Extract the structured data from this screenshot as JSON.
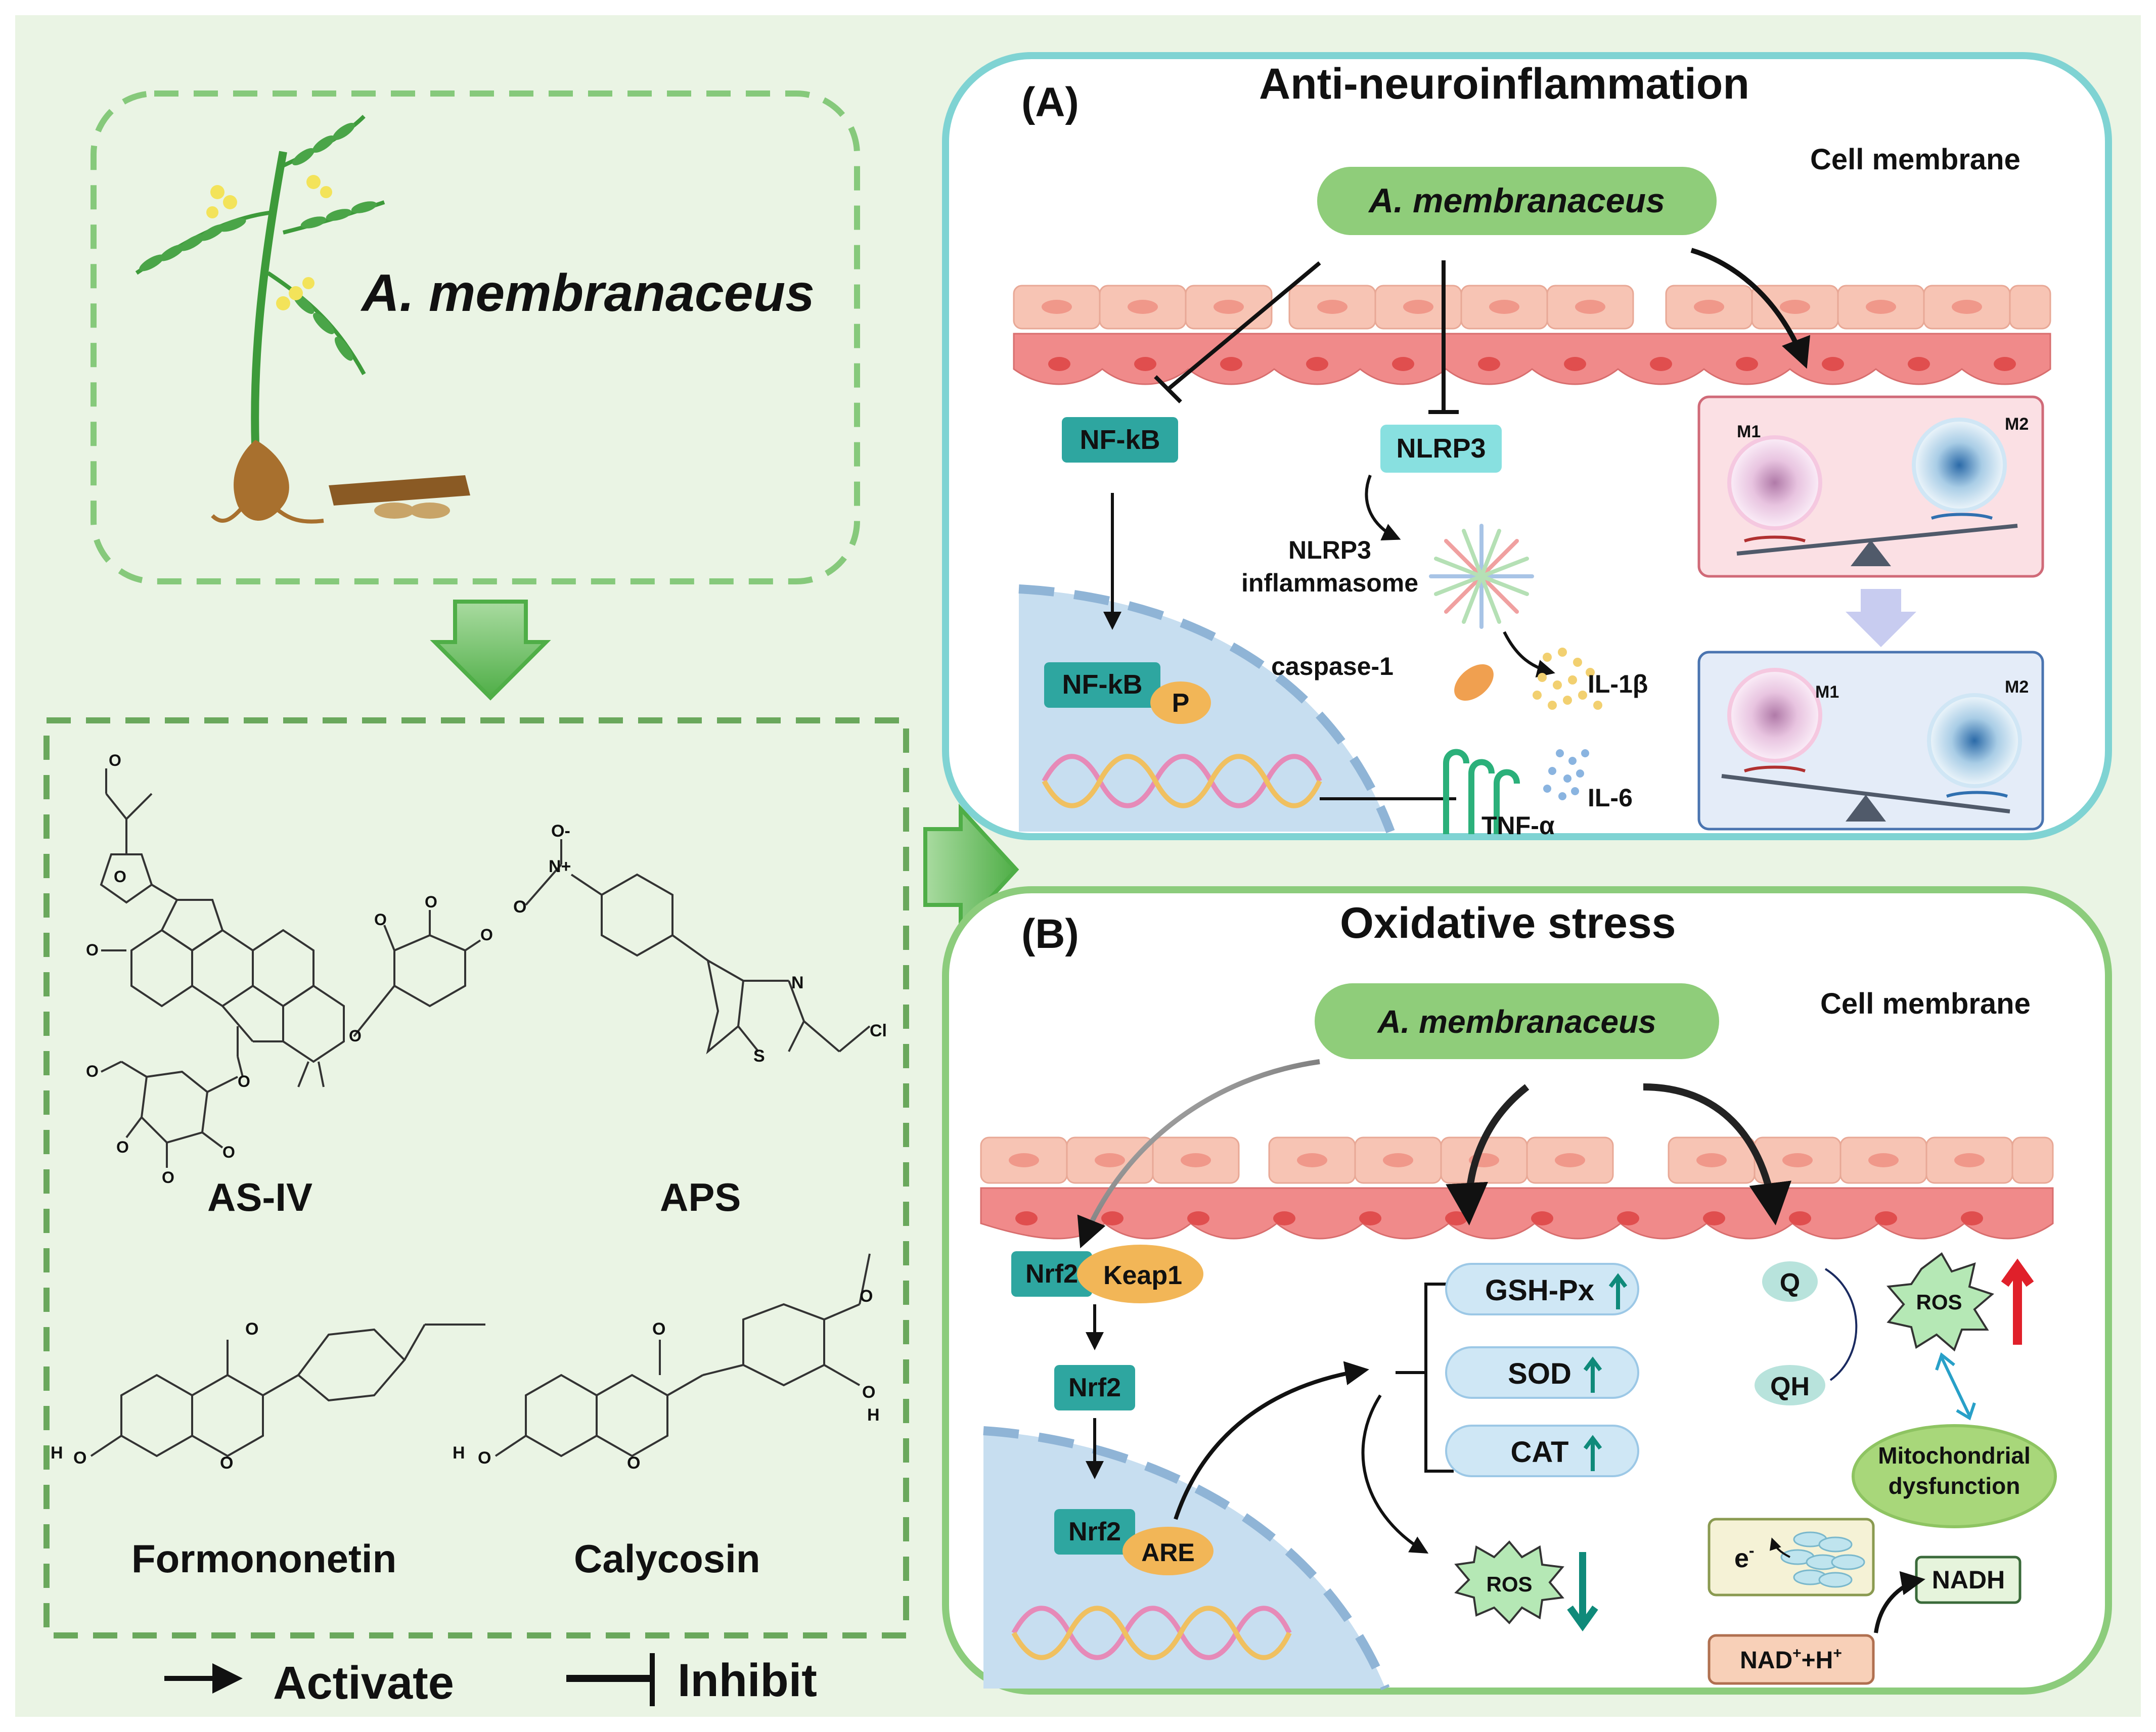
{
  "left": {
    "plant_name": "A. membranaceus",
    "compounds": [
      {
        "name": "AS-IV"
      },
      {
        "name": "APS"
      },
      {
        "name": "Formononetin"
      },
      {
        "name": "Calycosin"
      }
    ],
    "atom_labels": {
      "o": "O",
      "oh": "O",
      "h": "H",
      "n": "N",
      "nplus": "N+",
      "ominus": "O-",
      "s": "S",
      "cl": "Cl"
    }
  },
  "legend": {
    "activate": "Activate",
    "inhibit": "Inhibit"
  },
  "panelA": {
    "tag": "(A)",
    "title": "Anti-neuroinflammation",
    "membrane": "Cell membrane",
    "pill": "A. membranaceus",
    "nfkb": "NF-kB",
    "nfkb2": "NF-kB",
    "p": "P",
    "nlrp3": "NLRP3",
    "inflammasome_1": "NLRP3",
    "inflammasome_2": "inflammasome",
    "caspase": "caspase-1",
    "il1b": "IL-1β",
    "il6": "IL-6",
    "tnfa": "TNF-α",
    "m1": "M1",
    "m2": "M2",
    "m1b": "M1",
    "m2b": "M2"
  },
  "panelB": {
    "tag": "(B)",
    "title": "Oxidative stress",
    "membrane": "Cell membrane",
    "pill": "A. membranaceus",
    "nrf2": "Nrf2",
    "keap1": "Keap1",
    "nrf2b": "Nrf2",
    "nrf2c": "Nrf2",
    "are": "ARE",
    "gsh": "GSH-Px",
    "sod": "SOD",
    "cat": "CAT",
    "ros_down": "ROS",
    "q": "Q",
    "qh": "QH",
    "ros_up": "ROS",
    "mito_1": "Mitochondrial",
    "mito_2": "dysfunction",
    "e": "e",
    "e_sup": "-",
    "nadh": "NADH",
    "nad": "NAD",
    "nad_sup1": "+",
    "nad_mid": "+H",
    "nad_sup2": "+"
  },
  "colors": {
    "background": "#eaf4e4",
    "dashed_green": "#86c97b",
    "box_green": "#6aa85c",
    "panelA_border": "#7fd3d3",
    "panelB_border": "#8ccc7c",
    "pill_green": "#8fcd7a",
    "teal_box": "#2ea6a0",
    "light_teal": "#88e0e0",
    "orange": "#f2b657",
    "enzyme_blue": "#cfe7f5",
    "nucleus_blue": "#c7def0"
  }
}
